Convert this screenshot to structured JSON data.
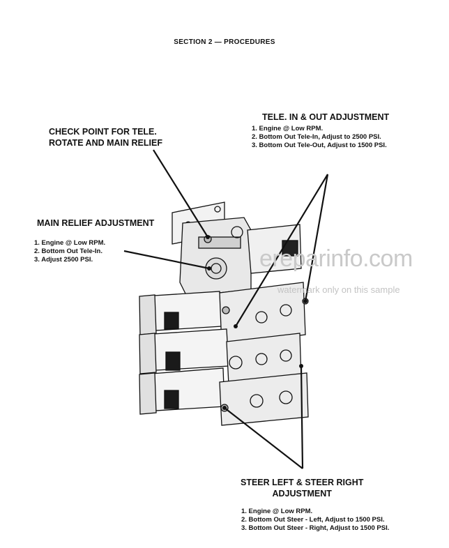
{
  "header": {
    "section": "SECTION 2 — PROCEDURES"
  },
  "callouts": {
    "check_point": {
      "title": [
        "CHECK POINT FOR TELE.",
        "ROTATE AND MAIN RELIEF"
      ]
    },
    "tele": {
      "title": "TELE. IN & OUT ADJUSTMENT",
      "steps": [
        "1. Engine @ Low RPM.",
        "2. Bottom Out Tele-In, Adjust to 2500 PSI.",
        "3. Bottom Out Tele-Out, Adjust to 1500 PSI."
      ]
    },
    "main_relief": {
      "title": "MAIN RELIEF ADJUSTMENT",
      "steps": [
        "1. Engine @ Low RPM.",
        "2. Bottom Out Tele-In.",
        "3. Adjust 2500 PSI."
      ]
    },
    "steer": {
      "title": [
        "STEER LEFT & STEER RIGHT",
        "ADJUSTMENT"
      ],
      "steps": [
        "1. Engine @ Low RPM.",
        "2. Bottom Out Steer - Left, Adjust to 1500 PSI.",
        "3. Bottom Out Steer - Right, Adjust to 1500 PSI."
      ]
    }
  },
  "watermark": {
    "logo": "ereparinfo.com",
    "note": "watermark only on this sample"
  },
  "colors": {
    "ink": "#111111",
    "watermark": "#c9c9c9",
    "paper": "#ffffff"
  }
}
